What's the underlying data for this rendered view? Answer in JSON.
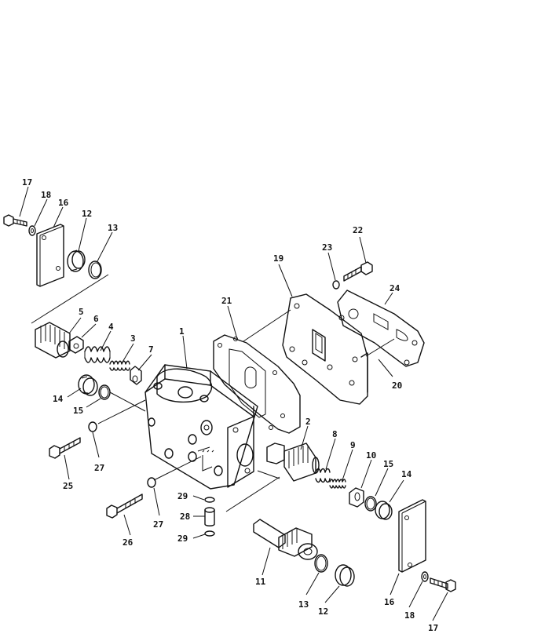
{
  "callouts": [
    {
      "id": "c17a",
      "text": "17"
    },
    {
      "id": "c18a",
      "text": "18"
    },
    {
      "id": "c16a",
      "text": "16"
    },
    {
      "id": "c12a",
      "text": "12"
    },
    {
      "id": "c13a",
      "text": "13"
    },
    {
      "id": "c5",
      "text": "5"
    },
    {
      "id": "c6",
      "text": "6"
    },
    {
      "id": "c4",
      "text": "4"
    },
    {
      "id": "c3",
      "text": "3"
    },
    {
      "id": "c7",
      "text": "7"
    },
    {
      "id": "c1",
      "text": "1"
    },
    {
      "id": "c14a",
      "text": "14"
    },
    {
      "id": "c15a",
      "text": "15"
    },
    {
      "id": "c27a",
      "text": "27"
    },
    {
      "id": "c25",
      "text": "25"
    },
    {
      "id": "c21",
      "text": "21"
    },
    {
      "id": "c19",
      "text": "19"
    },
    {
      "id": "c23",
      "text": "23"
    },
    {
      "id": "c22",
      "text": "22"
    },
    {
      "id": "c24",
      "text": "24"
    },
    {
      "id": "c20",
      "text": "20"
    },
    {
      "id": "c2",
      "text": "2"
    },
    {
      "id": "c8",
      "text": "8"
    },
    {
      "id": "c9",
      "text": "9"
    },
    {
      "id": "c10",
      "text": "10"
    },
    {
      "id": "c15b",
      "text": "15"
    },
    {
      "id": "c14b",
      "text": "14"
    },
    {
      "id": "c29a",
      "text": "29"
    },
    {
      "id": "c28",
      "text": "28"
    },
    {
      "id": "c29b",
      "text": "29"
    },
    {
      "id": "c27b",
      "text": "27"
    },
    {
      "id": "c26",
      "text": "26"
    },
    {
      "id": "c11",
      "text": "11"
    },
    {
      "id": "c13b",
      "text": "13"
    },
    {
      "id": "c12b",
      "text": "12"
    },
    {
      "id": "c16b",
      "text": "16"
    },
    {
      "id": "c18b",
      "text": "18"
    },
    {
      "id": "c17b",
      "text": "17"
    }
  ]
}
